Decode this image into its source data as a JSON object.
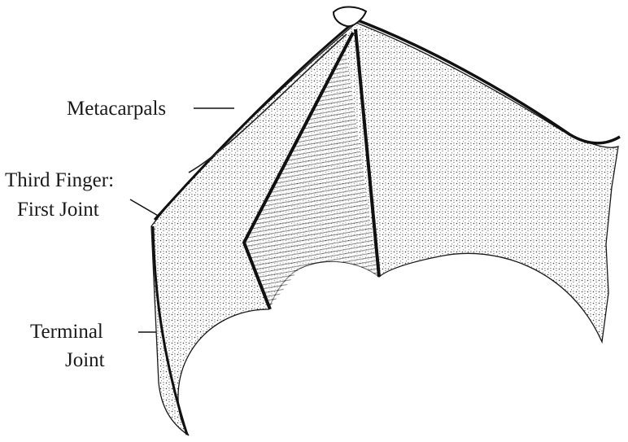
{
  "figure": {
    "labels": {
      "metacarpals": "Metacarpals",
      "third_finger_line1": "Third Finger:",
      "third_finger_line2": "First Joint",
      "terminal_line1": "Terminal",
      "terminal_line2": "Joint"
    }
  }
}
